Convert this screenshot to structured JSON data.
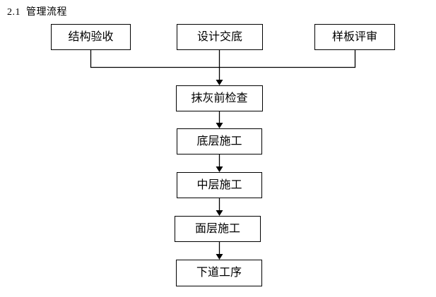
{
  "heading": "2.1  管理流程",
  "flowchart": {
    "top_row": [
      {
        "label": "结构验收"
      },
      {
        "label": "设计交底"
      },
      {
        "label": "样板评审"
      }
    ],
    "sequence": [
      {
        "label": "抹灰前检查"
      },
      {
        "label": "底层施工"
      },
      {
        "label": "中层施工"
      },
      {
        "label": "面层施工"
      },
      {
        "label": "下道工序"
      }
    ],
    "line_color": "#000000",
    "background_color": "#ffffff"
  }
}
